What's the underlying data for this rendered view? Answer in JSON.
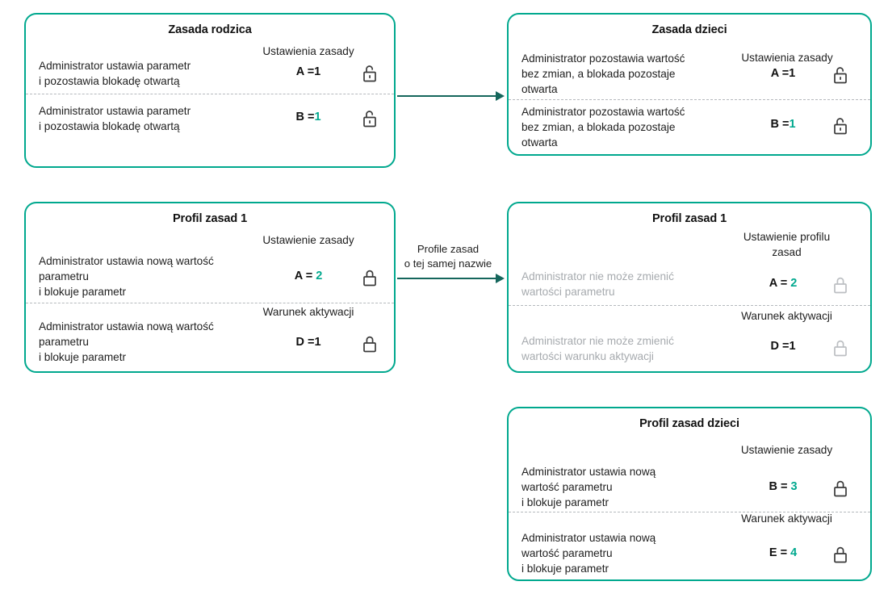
{
  "diagram": {
    "colors": {
      "card_border": "#00a88e",
      "accent_value": "#00a88e",
      "arrow": "#15665c",
      "muted_text": "#a6aaae",
      "divider": "#b5b9bd"
    },
    "cards": [
      {
        "id": "parent-policy",
        "title": "Zasada rodzica",
        "rows": [
          {
            "column_header": "Ustawienia zasady",
            "description": "Administrator ustawia parametr\ni pozostawia blokadę otwartą",
            "value_key": "A",
            "value_sep": "=",
            "value_num": "1",
            "value_num_accent": false,
            "lock": "unlocked",
            "lock_state": "active",
            "muted": false
          },
          {
            "column_header": "",
            "description": "Administrator ustawia parametr\ni pozostawia blokadę otwartą",
            "value_key": "B",
            "value_sep": "=",
            "value_num": "1",
            "value_num_accent": true,
            "lock": "unlocked",
            "lock_state": "active",
            "muted": false
          }
        ]
      },
      {
        "id": "child-policy",
        "title": "Zasada dzieci",
        "rows": [
          {
            "column_header": "Ustawienia zasady",
            "description": "Administrator pozostawia wartość\nbez zmian, a blokada pozostaje\notwarta",
            "value_key": "A",
            "value_sep": "=",
            "value_num": "1",
            "value_num_accent": false,
            "lock": "unlocked",
            "lock_state": "active",
            "muted": false
          },
          {
            "column_header": "",
            "description": "Administrator pozostawia wartość\nbez zmian, a blokada pozostaje\notwarta",
            "value_key": "B",
            "value_sep": "=",
            "value_num": "1",
            "value_num_accent": true,
            "lock": "unlocked",
            "lock_state": "active",
            "muted": false
          }
        ]
      },
      {
        "id": "policy-profile-1-left",
        "title": "Profil zasad 1",
        "rows": [
          {
            "column_header": "Ustawienie zasady",
            "description": "Administrator ustawia nową wartość\nparametru\n i blokuje parametr",
            "value_key": "A",
            "value_sep": "=",
            "value_num": "2",
            "value_num_accent": true,
            "lock": "locked",
            "lock_state": "active",
            "muted": false
          },
          {
            "column_header": "Warunek aktywacji",
            "description": "Administrator ustawia nową wartość\nparametru\n i blokuje parametr",
            "value_key": "D",
            "value_sep": "=",
            "value_num": "1",
            "value_num_accent": false,
            "lock": "locked",
            "lock_state": "active",
            "muted": false
          }
        ]
      },
      {
        "id": "policy-profile-1-right",
        "title": "Profil zasad 1",
        "rows": [
          {
            "column_header": "Ustawienie profilu\nzasad",
            "description": "Administrator nie może zmienić\nwartości parametru",
            "value_key": "A",
            "value_sep": "=",
            "value_num": "2",
            "value_num_accent": true,
            "lock": "locked",
            "lock_state": "disabled",
            "muted": true
          },
          {
            "column_header": "Warunek aktywacji",
            "description": "Administrator nie może zmienić\nwartości warunku aktywacji",
            "value_key": "D",
            "value_sep": "=",
            "value_num": "1",
            "value_num_accent": false,
            "lock": "locked",
            "lock_state": "disabled",
            "muted": true
          }
        ]
      },
      {
        "id": "child-policy-profile",
        "title": "Profil zasad dzieci",
        "rows": [
          {
            "column_header": "Ustawienie zasady",
            "description": "Administrator ustawia nową\nwartość parametru\n i blokuje parametr",
            "value_key": "B",
            "value_sep": "=",
            "value_num": "3",
            "value_num_accent": true,
            "lock": "locked",
            "lock_state": "active",
            "muted": false
          },
          {
            "column_header": "Warunek aktywacji",
            "description": "Administrator ustawia nową\nwartość parametru\n i blokuje parametr",
            "value_key": "E",
            "value_sep": "=",
            "value_num": "4",
            "value_num_accent": true,
            "lock": "locked",
            "lock_state": "active",
            "muted": false
          }
        ]
      }
    ],
    "arrows": [
      {
        "id": "arrow-policy-inherit",
        "label": ""
      },
      {
        "id": "arrow-profile-same-name",
        "label": "Profile zasad\no tej samej nazwie"
      }
    ]
  }
}
